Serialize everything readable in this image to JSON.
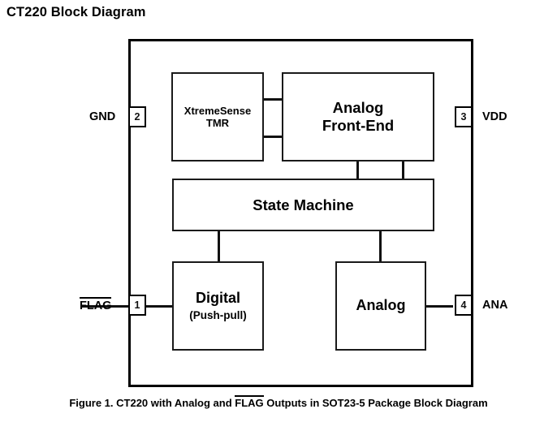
{
  "page": {
    "title": "CT220 Block Diagram"
  },
  "diagram": {
    "blocks": [
      {
        "id": "tmr",
        "line1": "XtremeSense",
        "line2": "TMR"
      },
      {
        "id": "afe",
        "line1": "Analog",
        "line2": "Front-End"
      },
      {
        "id": "sm",
        "line1": "State Machine",
        "line2": ""
      },
      {
        "id": "digital",
        "line1": "Digital",
        "line2": "(Push-pull)"
      },
      {
        "id": "analog",
        "line1": "Analog",
        "line2": ""
      }
    ],
    "pins": [
      {
        "number": "1",
        "label": "FLAG",
        "overline": true,
        "side": "left"
      },
      {
        "number": "2",
        "label": "GND",
        "overline": false,
        "side": "left"
      },
      {
        "number": "3",
        "label": "VDD",
        "overline": false,
        "side": "right"
      },
      {
        "number": "4",
        "label": "ANA",
        "overline": false,
        "side": "right"
      }
    ]
  },
  "caption": {
    "before": "Figure 1. CT220 with Analog and ",
    "overlined": "FLAG",
    "after": " Outputs in SOT23-5 Package Block Diagram"
  },
  "colors": {
    "background": "#ffffff",
    "line": "#111111",
    "text": "#000000",
    "outer_border": "#000000"
  }
}
